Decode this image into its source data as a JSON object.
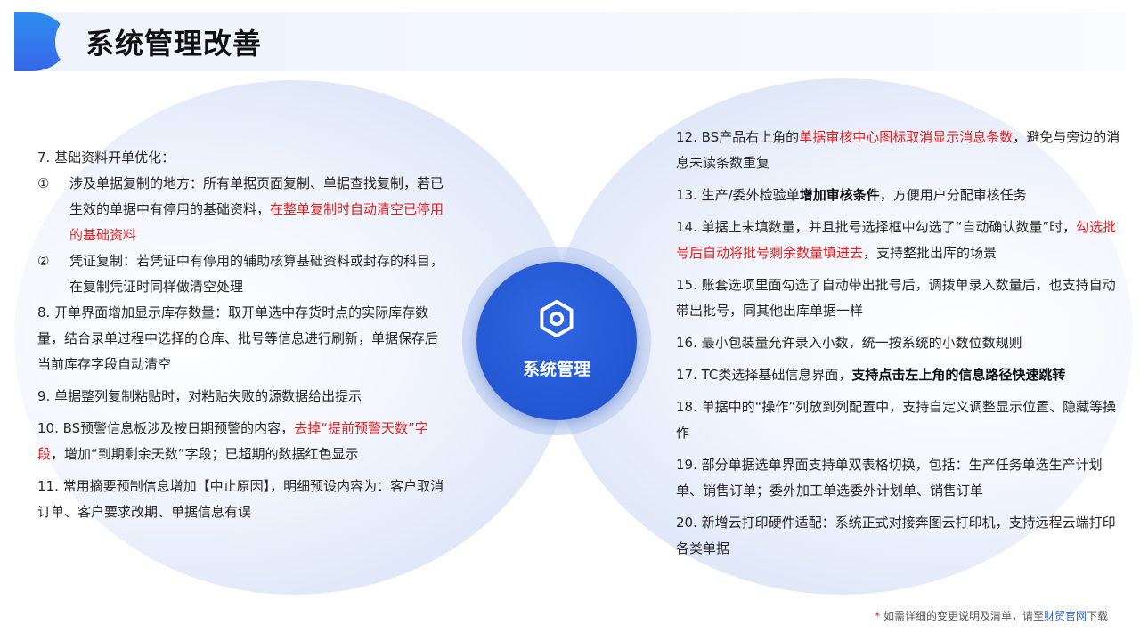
{
  "header": {
    "title": "系统管理改善"
  },
  "hub": {
    "label": "系统管理",
    "icon": "gear-icon"
  },
  "left_items": [
    {
      "id": "7",
      "parts": [
        {
          "t": "7. 基础资料开单优化："
        }
      ]
    },
    {
      "id": "7-1",
      "num": "①",
      "parts": [
        {
          "t": "涉及单据复制的地方：所有单据页面复制、单据查找复制，若已生效的单据中有停用的基础资料，"
        },
        {
          "t": "在整单复制时自动清空已停用的基础资料",
          "s": "red"
        }
      ]
    },
    {
      "id": "7-2",
      "num": "②",
      "parts": [
        {
          "t": "凭证复制：若凭证中有停用的辅助核算基础资料或封存的科目，在复制凭证时同样做清空处理"
        }
      ]
    },
    {
      "id": "8",
      "parts": [
        {
          "t": "8. 开单界面增加显示库存数量：取开单选中存货时点的实际库存数量，结合录单过程中选择的仓库、批号等信息进行刷新，单据保存后当前库存字段自动清空"
        }
      ]
    },
    {
      "id": "9",
      "parts": [
        {
          "t": "9. 单据整列复制粘贴时，对粘贴失败的源数据给出提示"
        }
      ]
    },
    {
      "id": "10",
      "parts": [
        {
          "t": "10. BS预警信息板涉及按日期预警的内容，"
        },
        {
          "t": "去掉“提前预警天数”字段",
          "s": "red"
        },
        {
          "t": "，增加“到期剩余天数”字段；已超期的数据红色显示"
        }
      ]
    },
    {
      "id": "11",
      "parts": [
        {
          "t": "11.  常用摘要预制信息增加【中止原因】，明细预设内容为：客户取消订单、客户要求改期、单据信息有误"
        }
      ]
    }
  ],
  "right_items": [
    {
      "id": "12",
      "parts": [
        {
          "t": "12. BS产品右上角的"
        },
        {
          "t": "单据审核中心图标取消显示消息条数",
          "s": "red"
        },
        {
          "t": "，避免与旁边的消息未读条数重复"
        }
      ]
    },
    {
      "id": "13",
      "parts": [
        {
          "t": "13. 生产/委外检验单"
        },
        {
          "t": "增加审核条件",
          "s": "bold"
        },
        {
          "t": "，方便用户分配审核任务"
        }
      ]
    },
    {
      "id": "14",
      "parts": [
        {
          "t": "14. 单据上未填数量，并且批号选择框中勾选了“自动确认数量”时，"
        },
        {
          "t": "勾选批号后自动将批号剩余数量填进去",
          "s": "red"
        },
        {
          "t": "，支持整批出库的场景"
        }
      ]
    },
    {
      "id": "15",
      "parts": [
        {
          "t": "15. 账套选项里面勾选了自动带出批号后，调拨单录入数量后，也支持自动带出批号，同其他出库单据一样"
        }
      ]
    },
    {
      "id": "16",
      "parts": [
        {
          "t": "16. 最小包装量允许录入小数，统一按系统的小数位数规则"
        }
      ]
    },
    {
      "id": "17",
      "parts": [
        {
          "t": "17. TC类选择基础信息界面，"
        },
        {
          "t": "支持点击左上角的信息路径快速跳转",
          "s": "bold"
        }
      ]
    },
    {
      "id": "18",
      "parts": [
        {
          "t": "18. 单据中的“操作”列放到列配置中，支持自定义调整显示位置、隐藏等操作"
        }
      ]
    },
    {
      "id": "19",
      "parts": [
        {
          "t": "19. 部分单据选单界面支持单双表格切换，包括：生产任务单选生产计划单、销售订单；委外加工单选委外计划单、销售订单"
        }
      ]
    },
    {
      "id": "20",
      "parts": [
        {
          "t": "20. 新增云打印硬件适配：系统正式对接奔图云打印机，支持远程云端打印各类单据"
        }
      ]
    }
  ],
  "footnote": {
    "star": "*",
    "before": " 如需详细的变更说明及清单，请至",
    "link": "财贸官网",
    "after": "下载"
  }
}
